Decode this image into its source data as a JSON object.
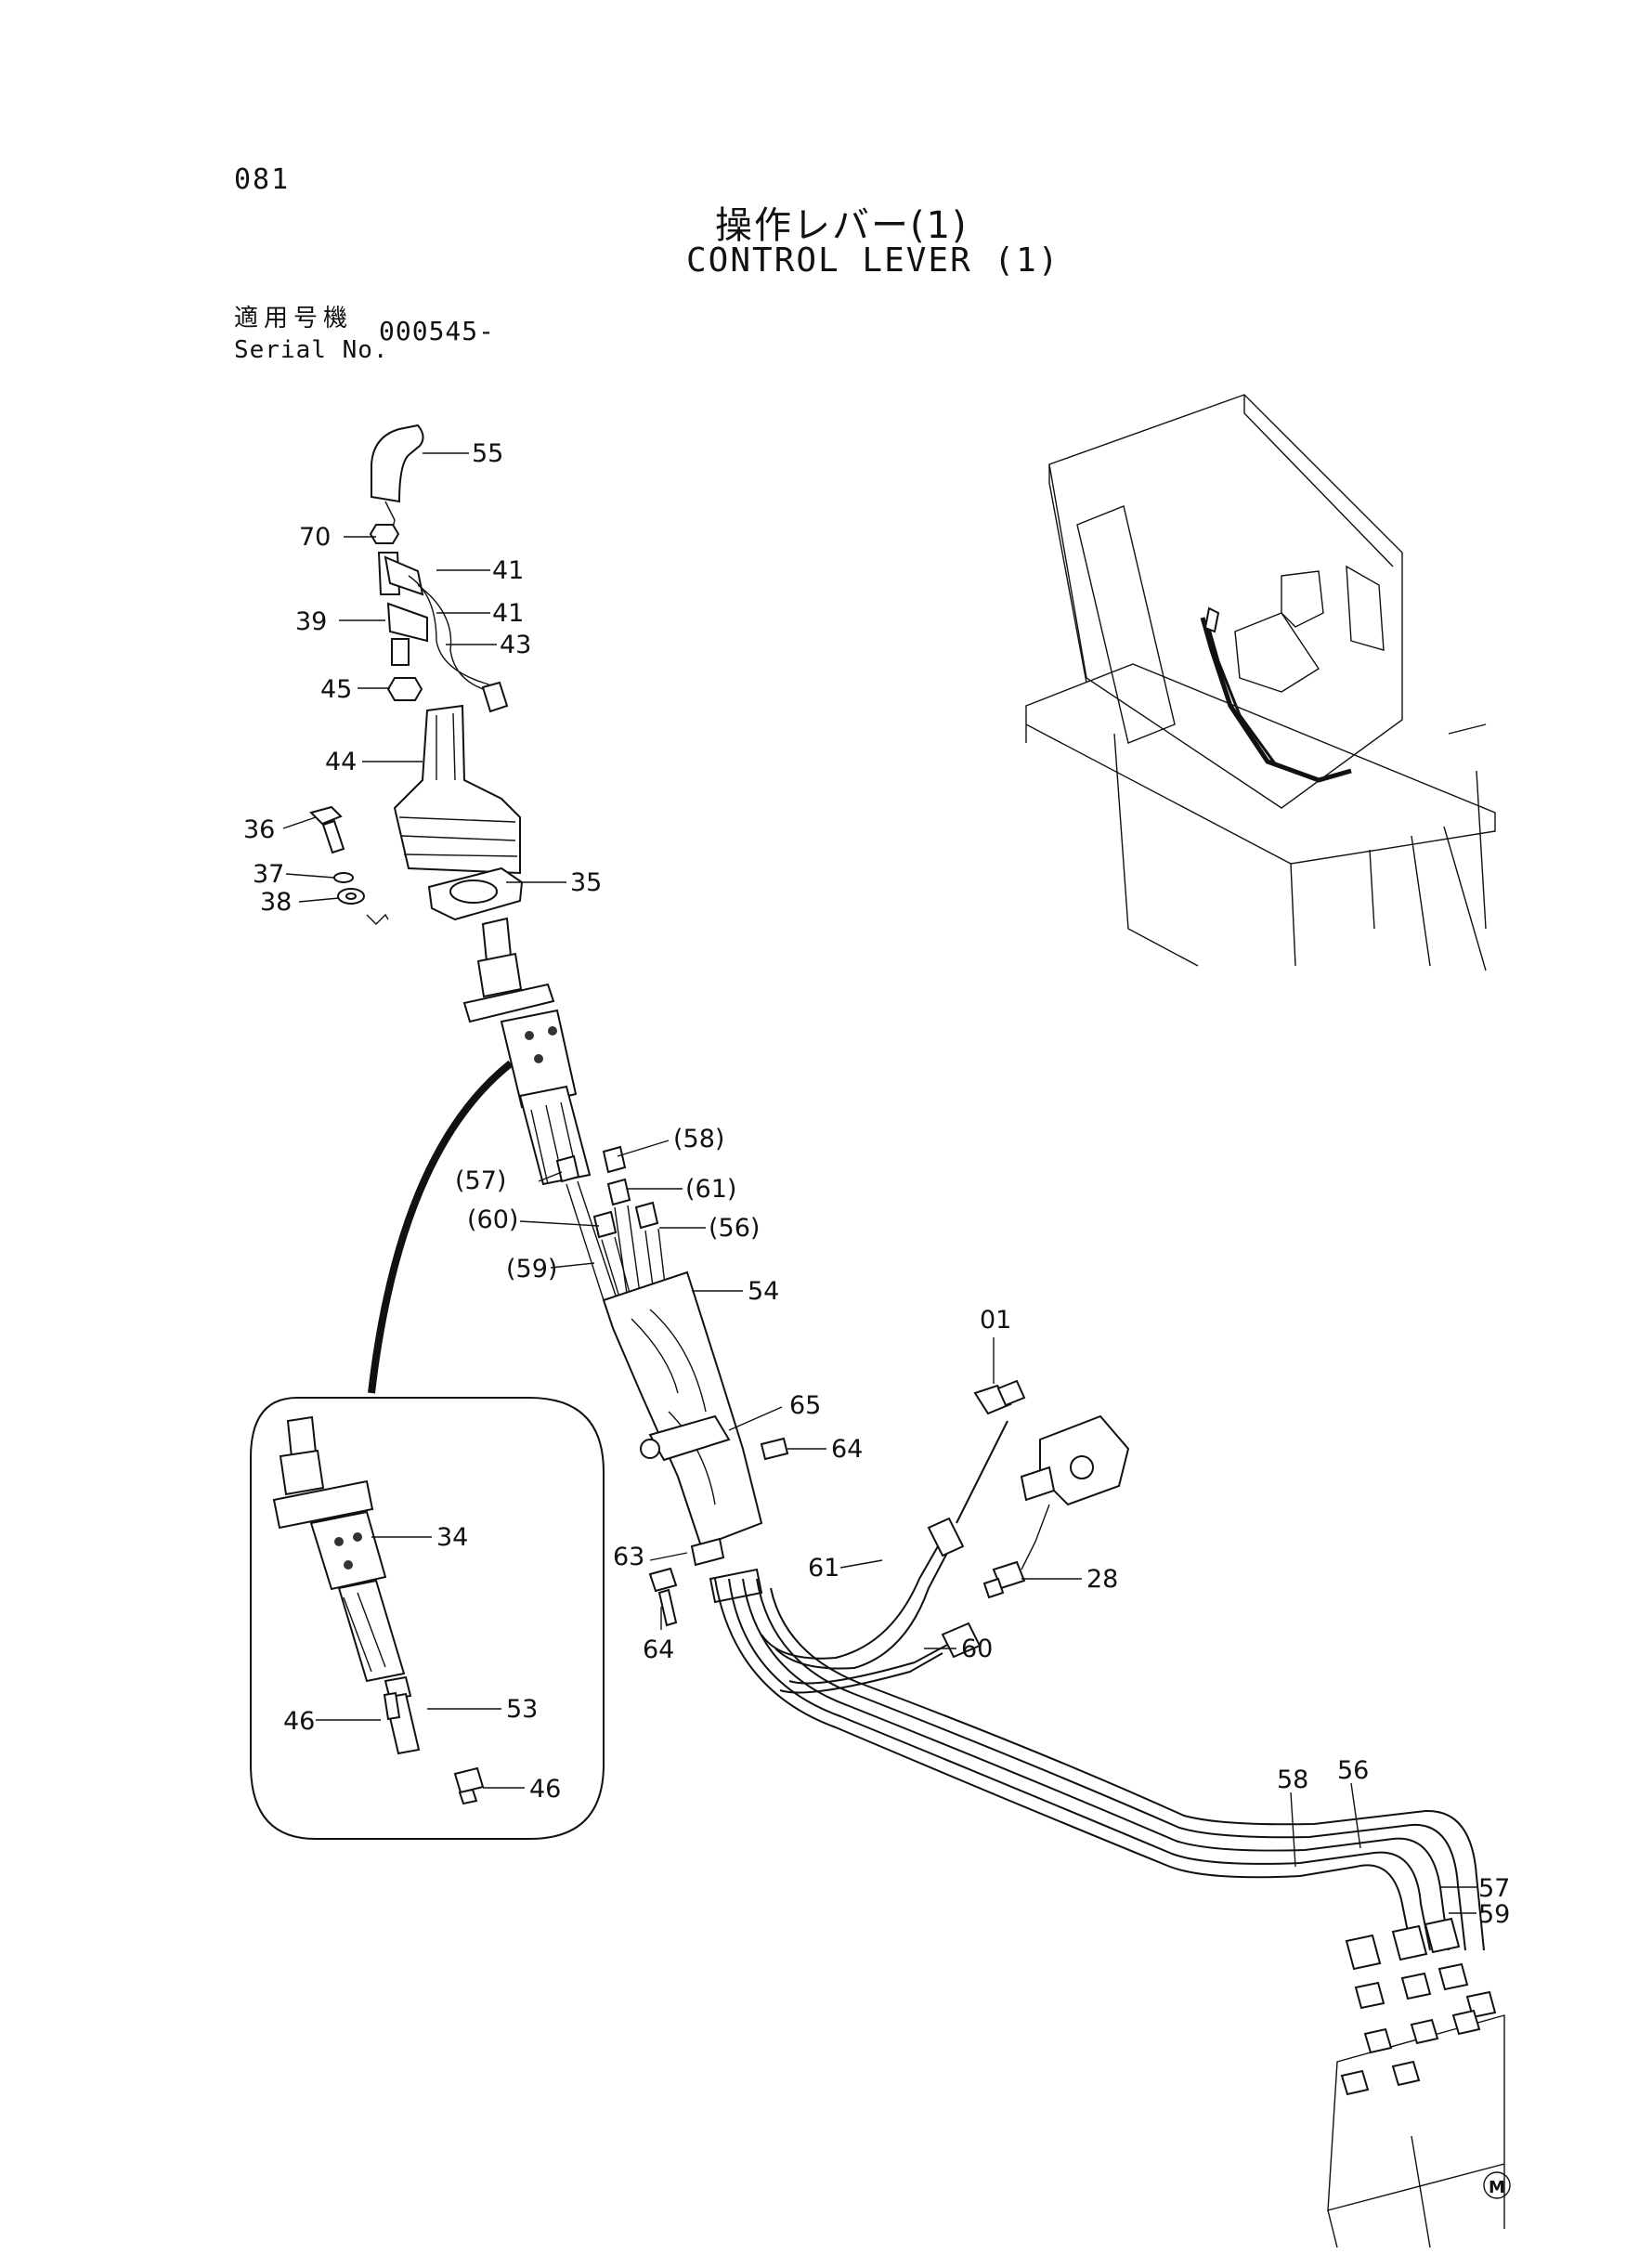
{
  "header": {
    "page_number": "081",
    "title_jp": "操作レバー(1)",
    "title_en": "CONTROL LEVER (1)",
    "serial_label_jp": "適用号機",
    "serial_label_en": "Serial No.",
    "serial_value": "000545-"
  },
  "callouts": {
    "c55": "55",
    "c70": "70",
    "c41a": "41",
    "c39": "39",
    "c41b": "41",
    "c43": "43",
    "c45": "45",
    "c44": "44",
    "c36": "36",
    "c37": "37",
    "c38": "38",
    "c35": "35",
    "c58p": "(58)",
    "c57p": "(57)",
    "c61p": "(61)",
    "c60p": "(60)",
    "c56p": "(56)",
    "c59p": "(59)",
    "c54": "54",
    "c01": "01",
    "c65": "65",
    "c64a": "64",
    "c34": "34",
    "c63": "63",
    "c61": "61",
    "c28": "28",
    "c64b": "64",
    "c60": "60",
    "c46a": "46",
    "c53": "53",
    "c46b": "46",
    "c58": "58",
    "c56": "56",
    "c57": "57",
    "c59": "59"
  },
  "footer": {
    "mark": "M"
  }
}
